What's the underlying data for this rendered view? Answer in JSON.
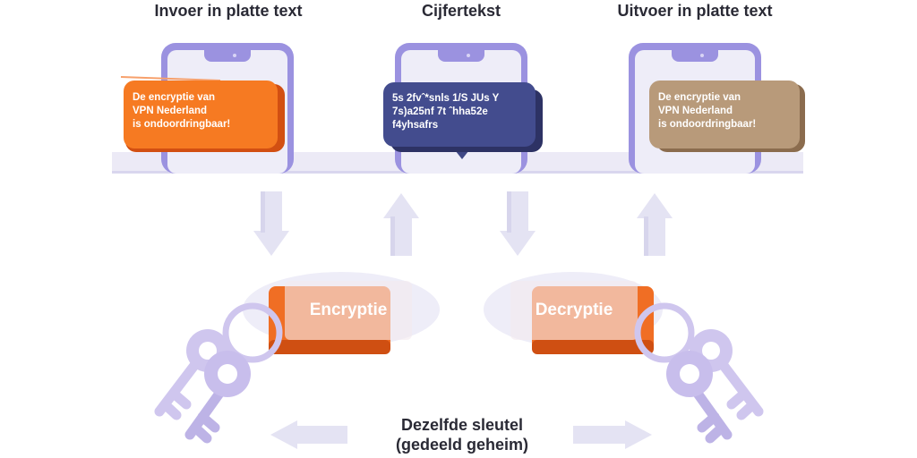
{
  "headings": {
    "input": "Invoer in platte text",
    "cipher": "Cijfertekst",
    "output": "Uitvoer in platte text"
  },
  "bubbles": {
    "input": [
      "De encryptie van",
      "VPN Nederland",
      "is ondoordringbaar!"
    ],
    "cipher": [
      "5s 2fvˆ*snls 1/S JUs Y",
      "7s)a25nf 7t ˆhha52e",
      "f4yhsafrs"
    ],
    "output": [
      "De encryptie van",
      "VPN Nederland",
      "is ondoordringbaar!"
    ]
  },
  "tags": {
    "encrypt": "Encryptie",
    "decrypt": "Decryptie"
  },
  "bottom_text": [
    "Dezelfde sleutel",
    "(gedeeld geheim)"
  ],
  "icons": [
    "smartphone-icon",
    "arrow-down-icon",
    "arrow-up-icon",
    "key-icon",
    "arrow-left-icon",
    "arrow-right-icon"
  ],
  "colors": {
    "input_bubble": "#f26b1d",
    "cipher_bubble": "#3f4785",
    "output_bubble": "#b8997a",
    "phone_frame": "#9b92e0",
    "arrow": "#e4e3f3",
    "key": "#cfc6ee",
    "tag": "#f06e24"
  }
}
